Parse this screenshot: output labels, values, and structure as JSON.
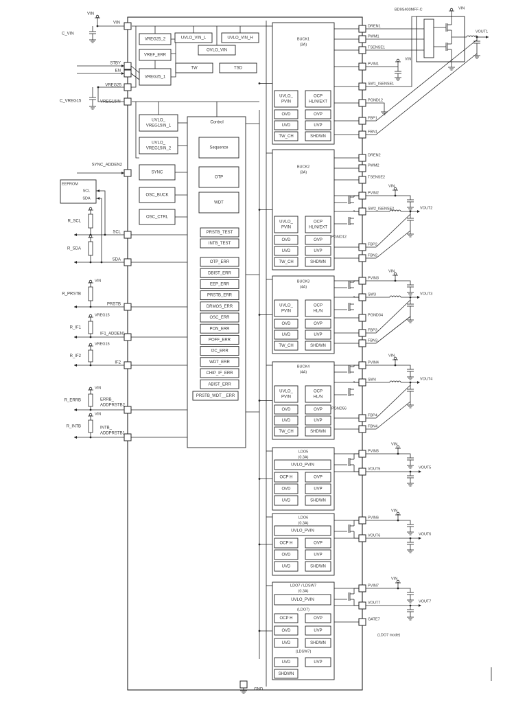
{
  "colors": {
    "line": "#222222",
    "background": "#ffffff",
    "text": "#333333"
  },
  "external_left": {
    "vin": "VIN",
    "c_vin": "C_VIN",
    "c_vreg15": "C_VREG15",
    "eeprom": {
      "title": "EEPROM",
      "scl": "SCL",
      "sda": "SDA"
    },
    "resistors": [
      "R_SCL",
      "R_SDA",
      "R_PRSTB",
      "R_IF1",
      "R_IF2",
      "R_ERRB",
      "R_INTB"
    ],
    "supplies": [
      "",
      "",
      "VIN",
      "VREG15",
      "VREG15",
      "VIN",
      "VIN"
    ]
  },
  "left_pins": [
    "VIN",
    "STBY",
    "EN",
    "VREG25",
    "VREG15IN",
    "SYNC_ADDEN2",
    "SCL",
    "SDA",
    "PRSTB",
    "IF1_ADDEN1",
    "IF2",
    [
      "ERRB_",
      "ADDPRSTB2"
    ],
    [
      "INTB_",
      "ADDPRSTB1"
    ]
  ],
  "internal_blocks": [
    "VREG25_2",
    "VREF_ERR",
    "UVLO_VIN_L",
    "UVLO_VIN_H",
    "OVLO_VIN",
    "TW",
    "TSD",
    "VREG25_1",
    [
      "UVLO_",
      "VREG15IN_1"
    ],
    [
      "UVLO_",
      "VREG15IN_2"
    ],
    "SYNC",
    "OSC_BUCK",
    "OSC_CTRL"
  ],
  "control": {
    "title": "Control",
    "blocks": [
      "Sequence",
      "OTP",
      "WDT"
    ],
    "flags": [
      "PRSTB_TEST",
      "INTB_TEST",
      "OTP_ERR",
      "DBIST_ERR",
      "EEP_ERR",
      "PRSTB_ERR",
      "DRMOS_ERR",
      "OSC_ERR",
      "PON_ERR",
      "POFF_ERR",
      "I2C_ERR",
      "WDT_ERR",
      "CHIP_IF_ERR",
      "ABIST_ERR",
      "PRSTB_WDT__ERR"
    ]
  },
  "regulators": [
    {
      "title": "BUCK1",
      "rating": "(3A)",
      "cells": [
        [
          "UVLO_",
          "PVIN"
        ],
        [
          "OCP",
          "HL/N/EXT"
        ],
        "OVD",
        "OVP",
        "UVD",
        "UVP",
        "TW_CH",
        "SHDWN"
      ],
      "pins": [
        "DREN1",
        "PWM1",
        "TSENSE1",
        "PVIN1",
        "SW1_ISENSE1",
        "PGND12",
        "FBP1",
        "FBN1"
      ]
    },
    {
      "title": "BUCK2",
      "rating": "(3A)",
      "cells": [
        [
          "UVLO_",
          "PVIN"
        ],
        [
          "OCP",
          "HL/N/EXT"
        ],
        "OVD",
        "OVP",
        "UVD",
        "UVP",
        "TW_CH",
        "SHDWN"
      ],
      "pins": [
        "DREN2",
        "PWM2",
        "TSENSE2",
        "PVIN2",
        "SW2_ISENSE2",
        "PGND12",
        "FBP2",
        "FBN2"
      ]
    },
    {
      "title": "BUCK3",
      "rating": "(4A)",
      "cells": [
        [
          "UVLO_",
          "PVIN"
        ],
        [
          "OCP",
          "HL/N"
        ],
        "OVD",
        "OVP",
        "UVD",
        "UVP",
        "TW_CH",
        "SHDWN"
      ],
      "pins": [
        "PVIN3",
        "SW3",
        "PGND34",
        "FBP3",
        "FBN3"
      ]
    },
    {
      "title": "BUCK4",
      "rating": "(4A)",
      "cells": [
        [
          "UVLO_",
          "PVIN"
        ],
        [
          "OCP",
          "HL/N"
        ],
        "OVD",
        "OVP",
        "UVD",
        "UVP",
        "TW_CH",
        "SHDWN"
      ],
      "pins": [
        "PVIN4",
        "SW4",
        "PGND56",
        "FBP4",
        "FBN4"
      ]
    },
    {
      "title": "LDO5",
      "rating": "(0.3A)",
      "cells": [
        "UVLO_PVIN",
        "OCP H",
        "OVP",
        "OVD",
        "UVP",
        "UVD",
        "SHDWN"
      ],
      "pins": [
        "PVIN5",
        "VOUT5"
      ]
    },
    {
      "title": "LDO6",
      "rating": "(0.3A)",
      "cells": [
        "UVLO_PVIN",
        "OCP H",
        "OVP",
        "OVD",
        "UVP",
        "UVD",
        "SHDWN"
      ],
      "pins": [
        "PVIN6",
        "VOUT6"
      ]
    },
    {
      "title": "LDO7 / LDSW7",
      "rating": "(0.3A)",
      "cells": [
        "UVLO_PVIN",
        "OCP H",
        "OVP",
        "OVD",
        "UVP",
        "UVD",
        "SHDWN",
        "UVD",
        "UVP",
        "SHDWN"
      ],
      "sections": [
        "(LDO7)",
        "(LDSW7)"
      ],
      "pins": [
        "PVIN7",
        "VOUT7",
        "GATE7"
      ]
    }
  ],
  "external_right": {
    "drmos": "BD9S400MFF-C",
    "vin": "VIN",
    "outputs": [
      "VOUT1",
      "VOUT2",
      "VOUT3",
      "VOUT4",
      "VOUT5",
      "VOUT6",
      "VOUT7"
    ],
    "ldo7_note": "(LDO7 mode)"
  },
  "gnd": "GND"
}
